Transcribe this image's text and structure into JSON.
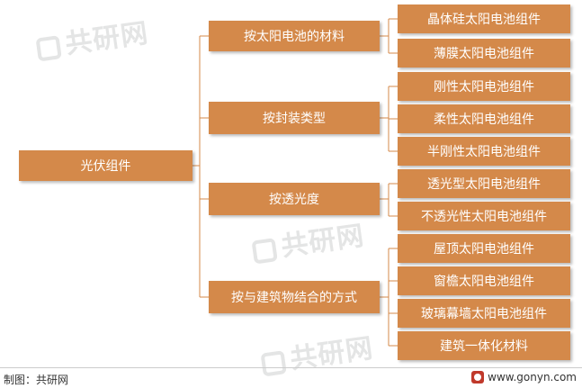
{
  "root": {
    "label": "光伏组件"
  },
  "categories": [
    {
      "label": "按太阳电池的材料",
      "items": [
        "晶体硅太阳电池组件",
        "薄膜太阳电池组件"
      ]
    },
    {
      "label": "按封装类型",
      "items": [
        "刚性太阳电池组件",
        "柔性太阳电池组件",
        "半刚性太阳电池组件"
      ]
    },
    {
      "label": "按透光度",
      "items": [
        "透光型太阳电池组件",
        "不透光性太阳电池组件"
      ]
    },
    {
      "label": "按与建筑物结合的方式",
      "items": [
        "屋顶太阳电池组件",
        "窗檐太阳电池组件",
        "玻璃幕墙太阳电池组件",
        "建筑一体化材料"
      ]
    }
  ],
  "watermark": {
    "text": "共研网"
  },
  "footer": {
    "source": "制图：共研网",
    "website": "www.gonyn.com"
  },
  "colors": {
    "box": "#D4894A",
    "connector": "#D4894A"
  }
}
